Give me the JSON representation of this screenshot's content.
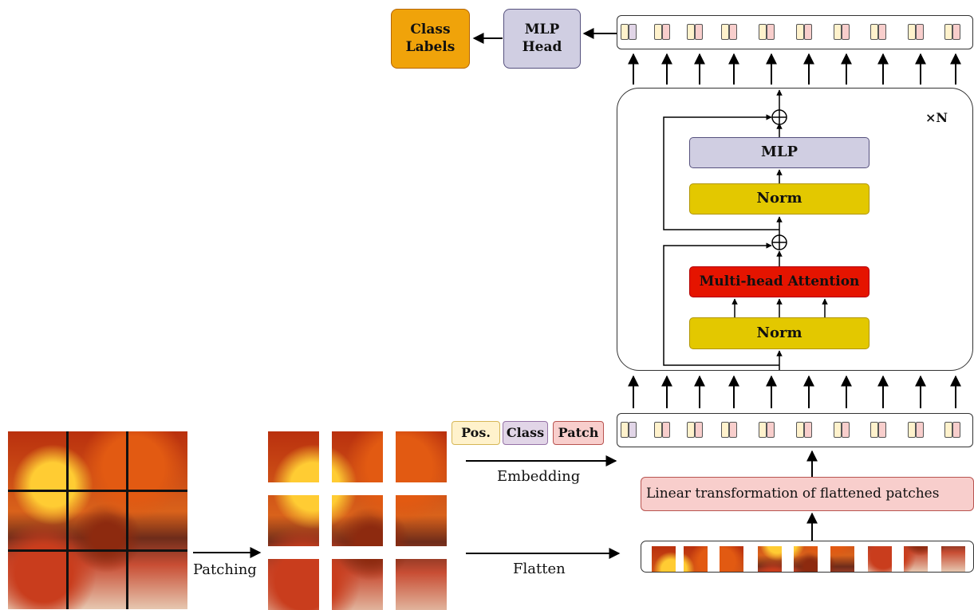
{
  "labels": {
    "class_labels": "Class\nLabels",
    "mlp_head": "MLP\nHead",
    "times_n": "×N",
    "mlp": "MLP",
    "norm_top": "Norm",
    "multihead": "Multi-head Attention",
    "norm_bottom": "Norm",
    "linear": "Linear transformation of flattened patches",
    "patching": "Patching",
    "embedding": "Embedding",
    "flatten": "Flatten"
  },
  "legend": {
    "pos": "Pos.",
    "class": "Class",
    "patch": "Patch"
  },
  "colors": {
    "class_labels": "#f0a30a",
    "mlp_head": "#d0cee2",
    "mlp": "#d0cee2",
    "norm": "#e3c800",
    "multihead": "#e51400",
    "linear": "#f8cecc",
    "pos": "#fff2cc",
    "class": "#e1d5e7",
    "patch": "#f8cecc"
  },
  "icons": {
    "residual": "circle-plus-icon"
  }
}
